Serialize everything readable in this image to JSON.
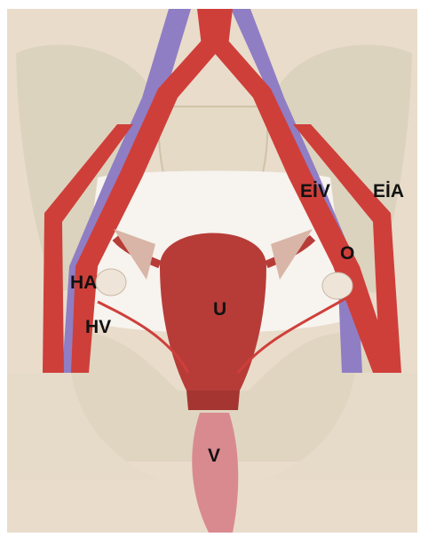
{
  "labels": {
    "eiv": "EİV",
    "eia": "EİA",
    "o": "O",
    "ha": "HA",
    "hv": "HV",
    "u": "U",
    "v": "V"
  },
  "colors": {
    "background": "#ffffff",
    "skin": "#e9dccb",
    "bone": "#dcd3be",
    "artery": "#cf3f3a",
    "vein": "#8f7ec4",
    "uterus": "#b73c38",
    "ovary": "#eee5d8",
    "vagina": "#d98a8f",
    "label_text": "#111111"
  }
}
